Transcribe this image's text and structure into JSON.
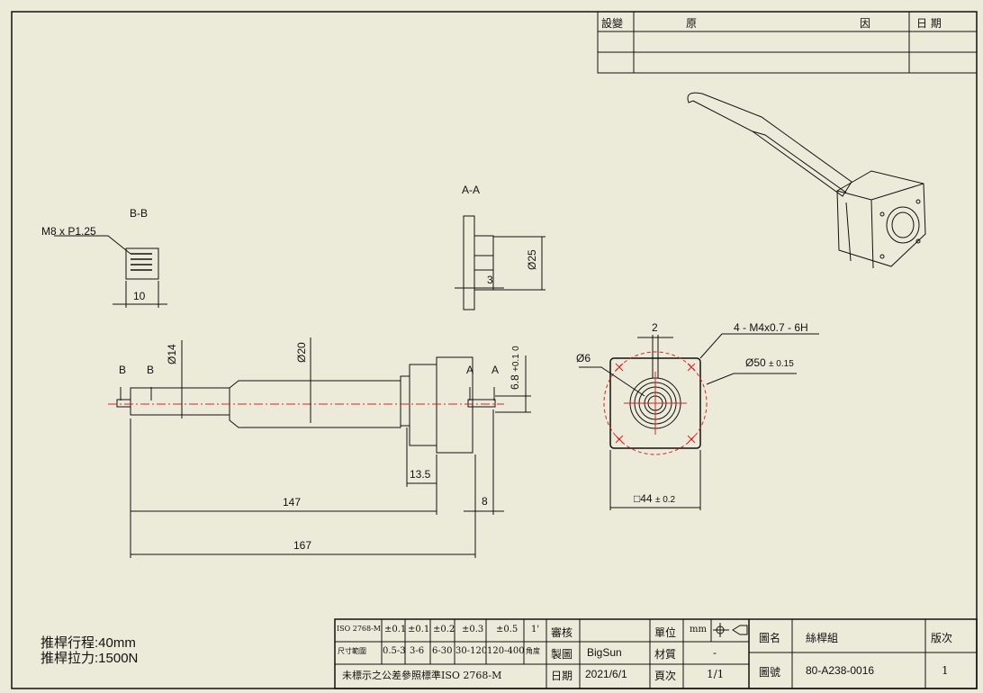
{
  "revision_table": {
    "headers": [
      "設變",
      "原",
      "因",
      "日 期"
    ]
  },
  "views": {
    "section_bb": {
      "title": "B-B",
      "thread": "M8 x P1.25",
      "dim": "10"
    },
    "section_aa": {
      "title": "A-A",
      "dim_dia": "Ø25",
      "dim_width": "3"
    },
    "main": {
      "dia14": "Ø14",
      "dia20": "Ø20",
      "tol": "6.8",
      "tol_upper": "+0.1",
      "tol_lower": "0",
      "d13_5": "13.5",
      "d147": "147",
      "d167": "167",
      "d8": "8",
      "label_b1": "B",
      "label_b2": "B",
      "label_a1": "A",
      "label_a2": "A"
    },
    "front": {
      "dim2": "2",
      "holes": "4 - M4x0.7 - 6H",
      "dia6": "Ø6",
      "dia50": "Ø50",
      "dia50_tol": "± 0.15",
      "sq44": "□44",
      "sq44_tol": "± 0.2"
    }
  },
  "notes": {
    "stroke": "推桿行程:40mm",
    "force": "推桿拉力:1500N"
  },
  "title_block": {
    "tol_row1": [
      "ISO 2768-M",
      "±0.1",
      "±0.1",
      "±0.2",
      "±0.3",
      "±0.5",
      "1'"
    ],
    "tol_row2": [
      "尺寸範圍",
      "0.5-3",
      "3-6",
      "6-30",
      "30-120",
      "120-400",
      "角度"
    ],
    "tol_note": "未標示之公差參照標準ISO 2768-M",
    "review_label": "審核",
    "review_value": "",
    "drawn_label": "製圖",
    "drawn_value": "BigSun",
    "date_label": "日期",
    "date_value": "2021/6/1",
    "unit_label": "單位",
    "unit_value": "mm",
    "material_label": "材質",
    "material_value": "-",
    "page_label": "頁次",
    "page_value": "1/1",
    "name_label": "圖名",
    "name_value": "絲桿組",
    "number_label": "圖號",
    "number_value": "80-A238-0016",
    "version_label": "版次",
    "version_value": "1"
  },
  "colors": {
    "background": "#ecebd9",
    "line": "#111111",
    "center": "#e02020"
  }
}
